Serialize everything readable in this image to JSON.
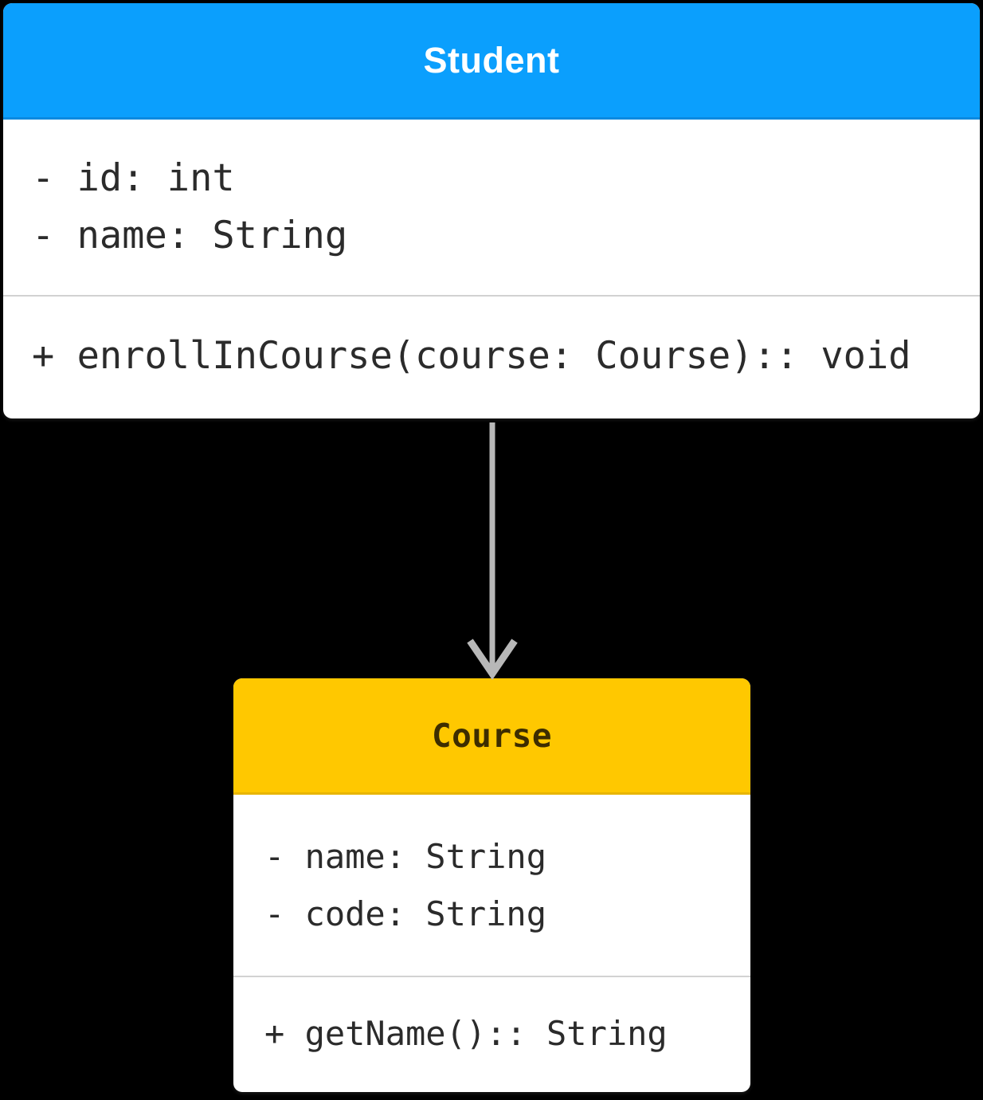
{
  "diagram": {
    "type": "uml-class-diagram",
    "background_color": "#000000",
    "classes": [
      {
        "id": "student",
        "name": "Student",
        "header_color": "#0b9ffd",
        "header_text_color": "#ffffff",
        "body_color": "#ffffff",
        "attributes": [
          "- id: int",
          "- name: String"
        ],
        "methods": [
          "+ enrollInCourse(course: Course):: void"
        ]
      },
      {
        "id": "course",
        "name": "Course",
        "header_color": "#ffc800",
        "header_text_color": "#3d2d00",
        "body_color": "#ffffff",
        "attributes": [
          "- name: String",
          "- code: String"
        ],
        "methods": [
          "+ getName():: String"
        ]
      }
    ],
    "relationships": [
      {
        "id": "student-to-course",
        "from": "Student",
        "to": "Course",
        "style": "directed-association",
        "label": "",
        "line_color": "#b8b8b8"
      }
    ]
  }
}
